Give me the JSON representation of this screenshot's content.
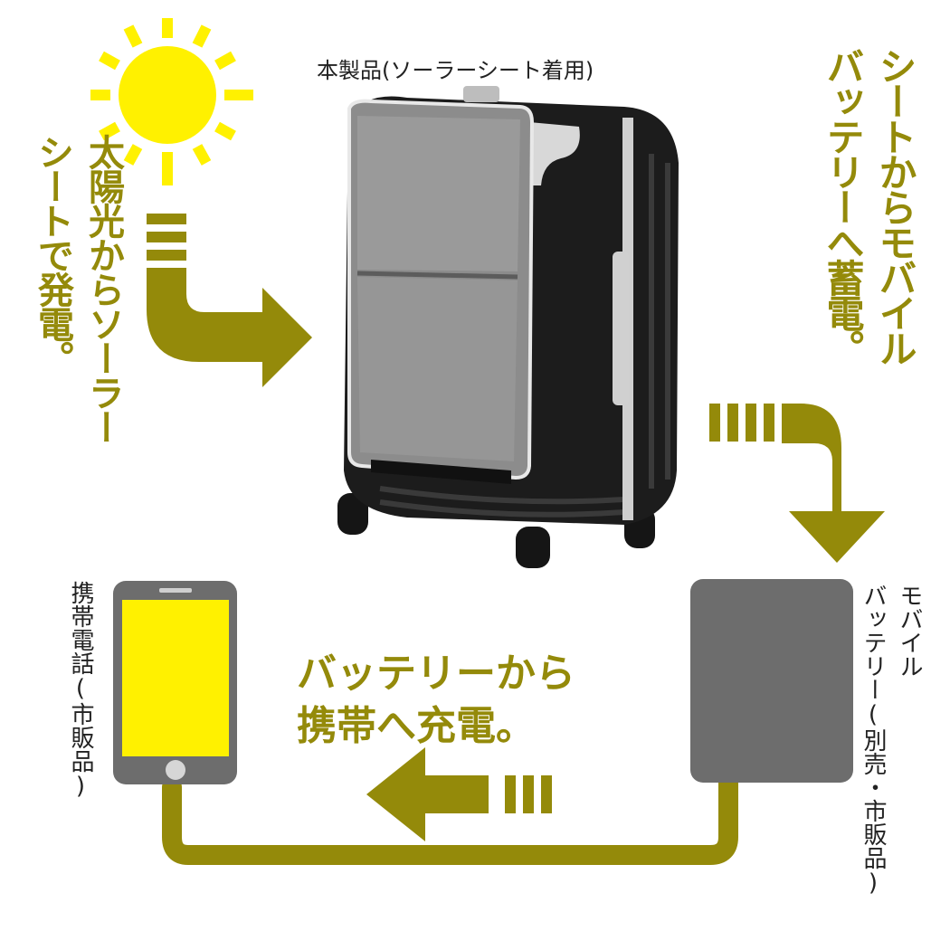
{
  "labels": {
    "product": "本製品(ソーラーシート着用)",
    "left_caption_col1": "太陽光からソーラー",
    "left_caption_col2": "シートで発電。",
    "right_caption_col1": "シートからモバイル",
    "right_caption_col2": "バッテリーへ蓄電。",
    "bottom_caption_line1": "バッテリーから",
    "bottom_caption_line2": "携帯へ充電。",
    "phone": "携帯電話(市販品)",
    "battery_col1": "モバイル",
    "battery_col2": "バッテリー(別売・市販品)"
  },
  "colors": {
    "accent": "#948a0a",
    "sun": "#fff100",
    "device_gray": "#6d6d6d",
    "phone_screen": "#fff100",
    "suitcase": "#1c1c1c"
  },
  "icons": [
    "sun-icon",
    "suitcase-image",
    "smartphone-icon",
    "mobile-battery-icon",
    "arrow-icon"
  ]
}
